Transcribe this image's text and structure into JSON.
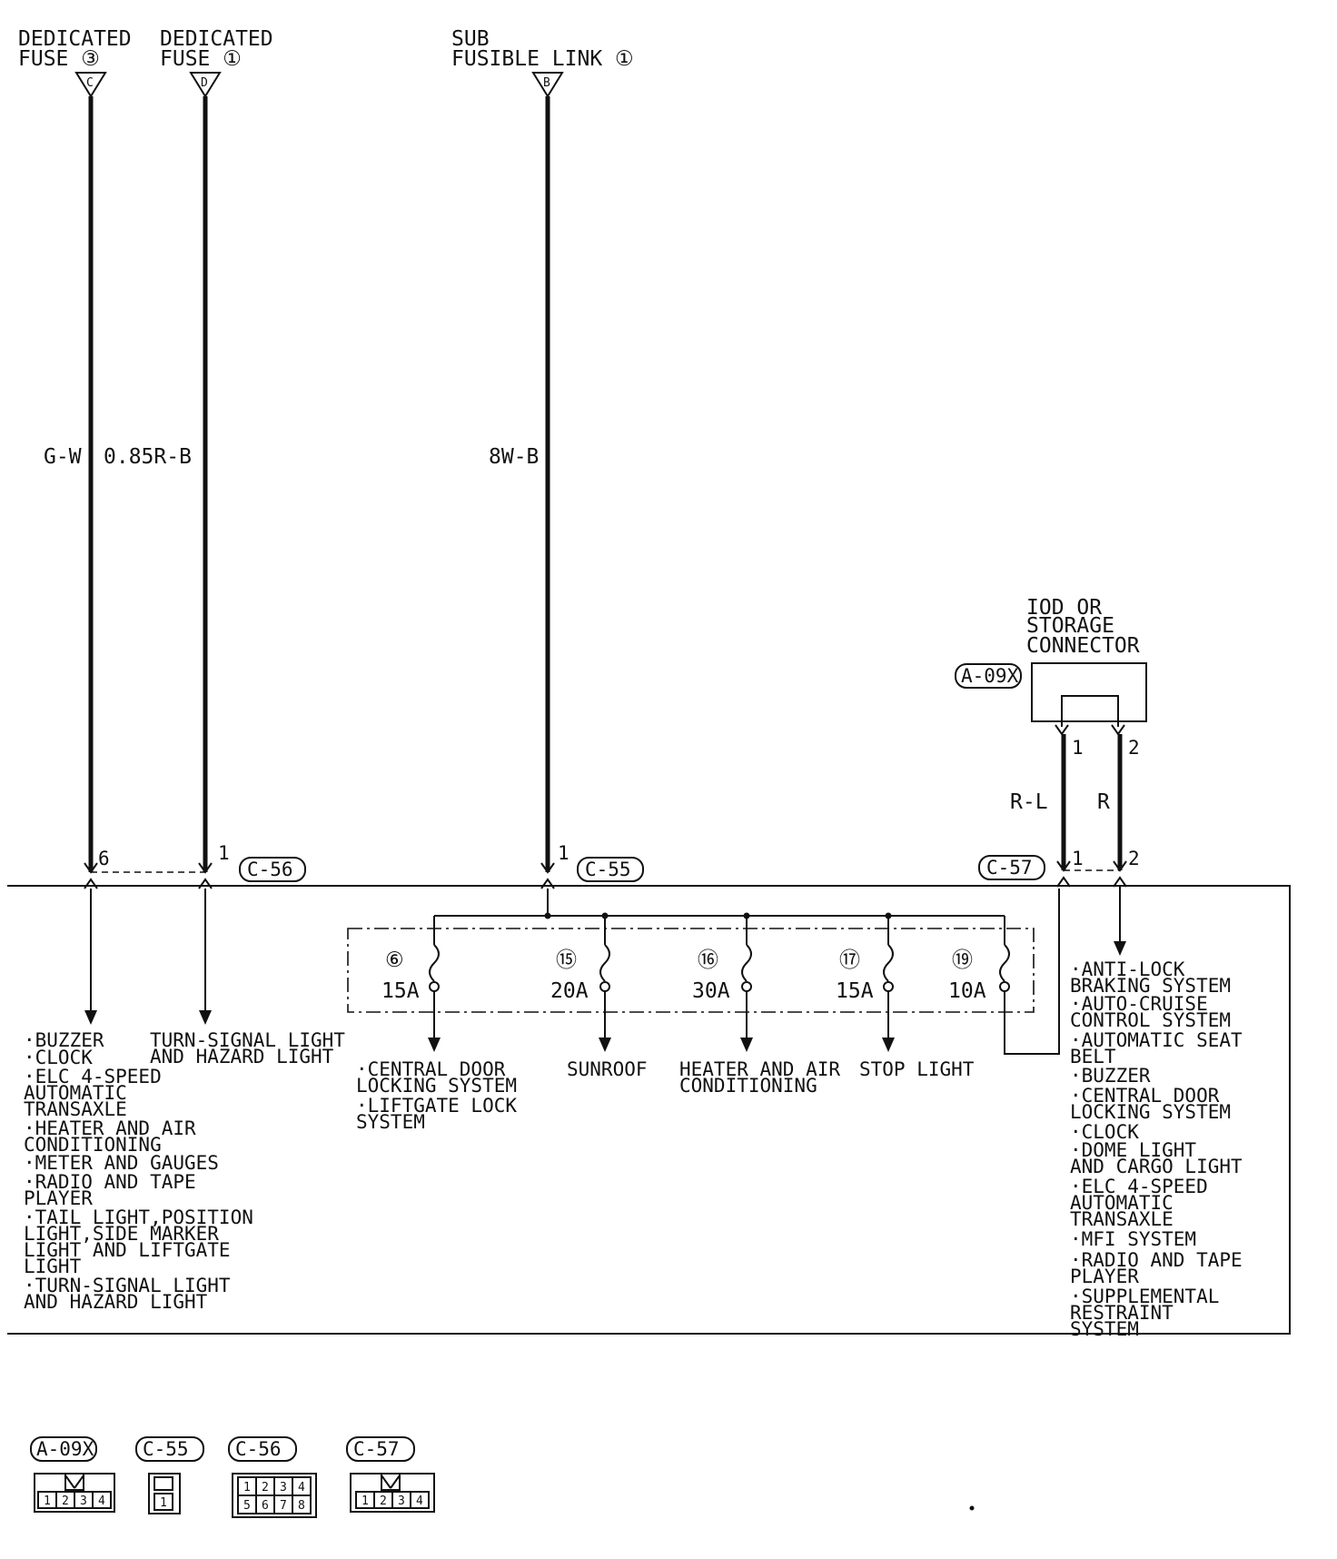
{
  "sources": [
    {
      "line1": "DEDICATED",
      "line2": "FUSE ③",
      "letter": "C",
      "wire": "G-W",
      "pin": "6"
    },
    {
      "line1": "DEDICATED",
      "line2": "FUSE ①",
      "letter": "D",
      "wire": "0.85R-B",
      "pin": "1"
    },
    {
      "line1": "SUB",
      "line2": "FUSIBLE LINK ①",
      "letter": "B",
      "wire": "8W-B",
      "pin": "1"
    }
  ],
  "connectors": {
    "c56": "C-56",
    "c55": "C-55",
    "c57": "C-57",
    "a09x": "A-09X"
  },
  "iod": {
    "title": [
      "IOD OR",
      "STORAGE",
      "CONNECTOR"
    ],
    "pins": [
      "1",
      "2"
    ],
    "wires": [
      "R-L",
      "R"
    ],
    "c57_pins": [
      "1",
      "2"
    ]
  },
  "fuses": [
    {
      "num": "⑥",
      "amp": "15A",
      "load": [
        "·CENTRAL DOOR",
        " LOCKING SYSTEM",
        "·LIFTGATE LOCK",
        " SYSTEM"
      ]
    },
    {
      "num": "⑮",
      "amp": "20A",
      "load": [
        "SUNROOF"
      ]
    },
    {
      "num": "⑯",
      "amp": "30A",
      "load": [
        "HEATER AND AIR",
        "CONDITIONING"
      ]
    },
    {
      "num": "⑰",
      "amp": "15A",
      "load": [
        "STOP LIGHT"
      ]
    },
    {
      "num": "⑲",
      "amp": "10A",
      "load": []
    }
  ],
  "loads_c": [
    "·BUZZER",
    "·CLOCK",
    "·ELC 4-SPEED",
    " AUTOMATIC",
    " TRANSAXLE",
    "·HEATER AND AIR",
    " CONDITIONING",
    "·METER AND GAUGES",
    "·RADIO AND TAPE",
    " PLAYER",
    "·TAIL LIGHT,POSITION",
    " LIGHT,SIDE MARKER",
    " LIGHT AND LIFTGATE",
    " LIGHT",
    "·TURN-SIGNAL LIGHT",
    " AND HAZARD LIGHT"
  ],
  "loads_d": [
    "TURN-SIGNAL LIGHT",
    "AND HAZARD LIGHT"
  ],
  "loads_right": [
    "·ANTI-LOCK",
    " BRAKING SYSTEM",
    "·AUTO-CRUISE",
    " CONTROL SYSTEM",
    "·AUTOMATIC SEAT",
    " BELT",
    "·BUZZER",
    "·CENTRAL DOOR",
    " LOCKING SYSTEM",
    "·CLOCK",
    "·DOME LIGHT",
    " AND CARGO LIGHT",
    "·ELC 4-SPEED",
    " AUTOMATIC",
    " TRANSAXLE",
    "·MFI SYSTEM",
    "·RADIO AND TAPE",
    " PLAYER",
    "·SUPPLEMENTAL",
    " RESTRAINT",
    " SYSTEM"
  ],
  "legend": [
    {
      "label": "A-09X",
      "cells": [
        "1",
        "2",
        "3",
        "4"
      ]
    },
    {
      "label": "C-55",
      "cells": [
        "1"
      ]
    },
    {
      "label": "C-56",
      "cells": [
        "1",
        "2",
        "3",
        "4",
        "5",
        "6",
        "7",
        "8"
      ]
    },
    {
      "label": "C-57",
      "cells": [
        "1",
        "2",
        "3",
        "4"
      ]
    }
  ]
}
